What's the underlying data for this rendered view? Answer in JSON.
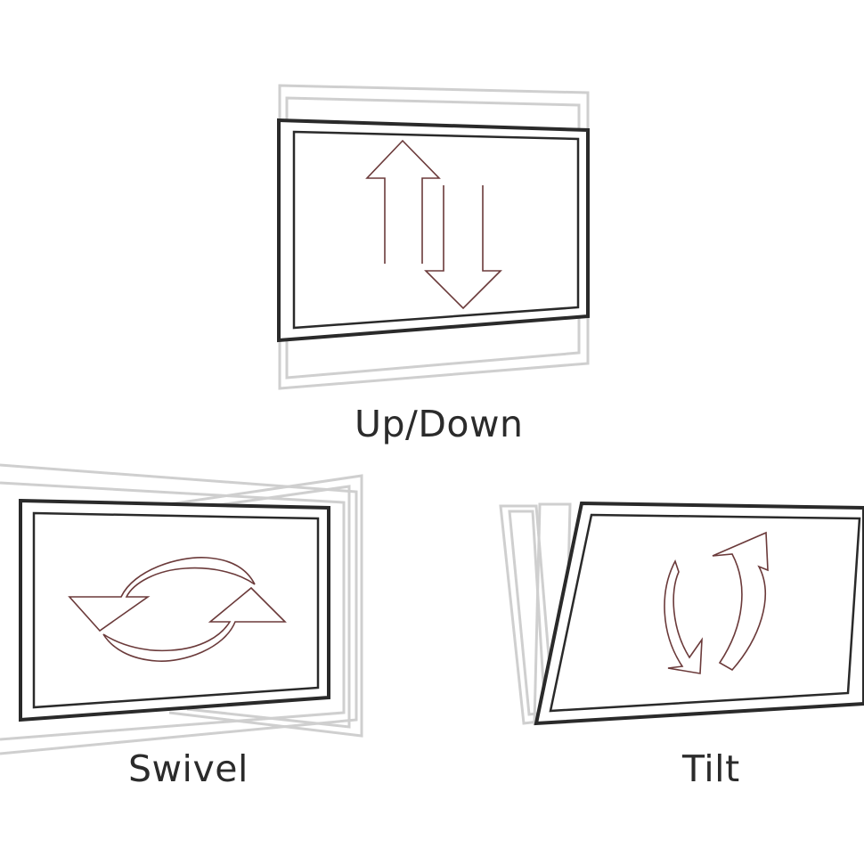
{
  "labels": {
    "up_down": "Up/Down",
    "swivel": "Swivel",
    "tilt": "Tilt"
  },
  "colors": {
    "frame": "#2a2a2a",
    "ghost_frame": "#cfcfcf",
    "arrow": "#6b3a3a",
    "text": "#2b2b2b"
  }
}
